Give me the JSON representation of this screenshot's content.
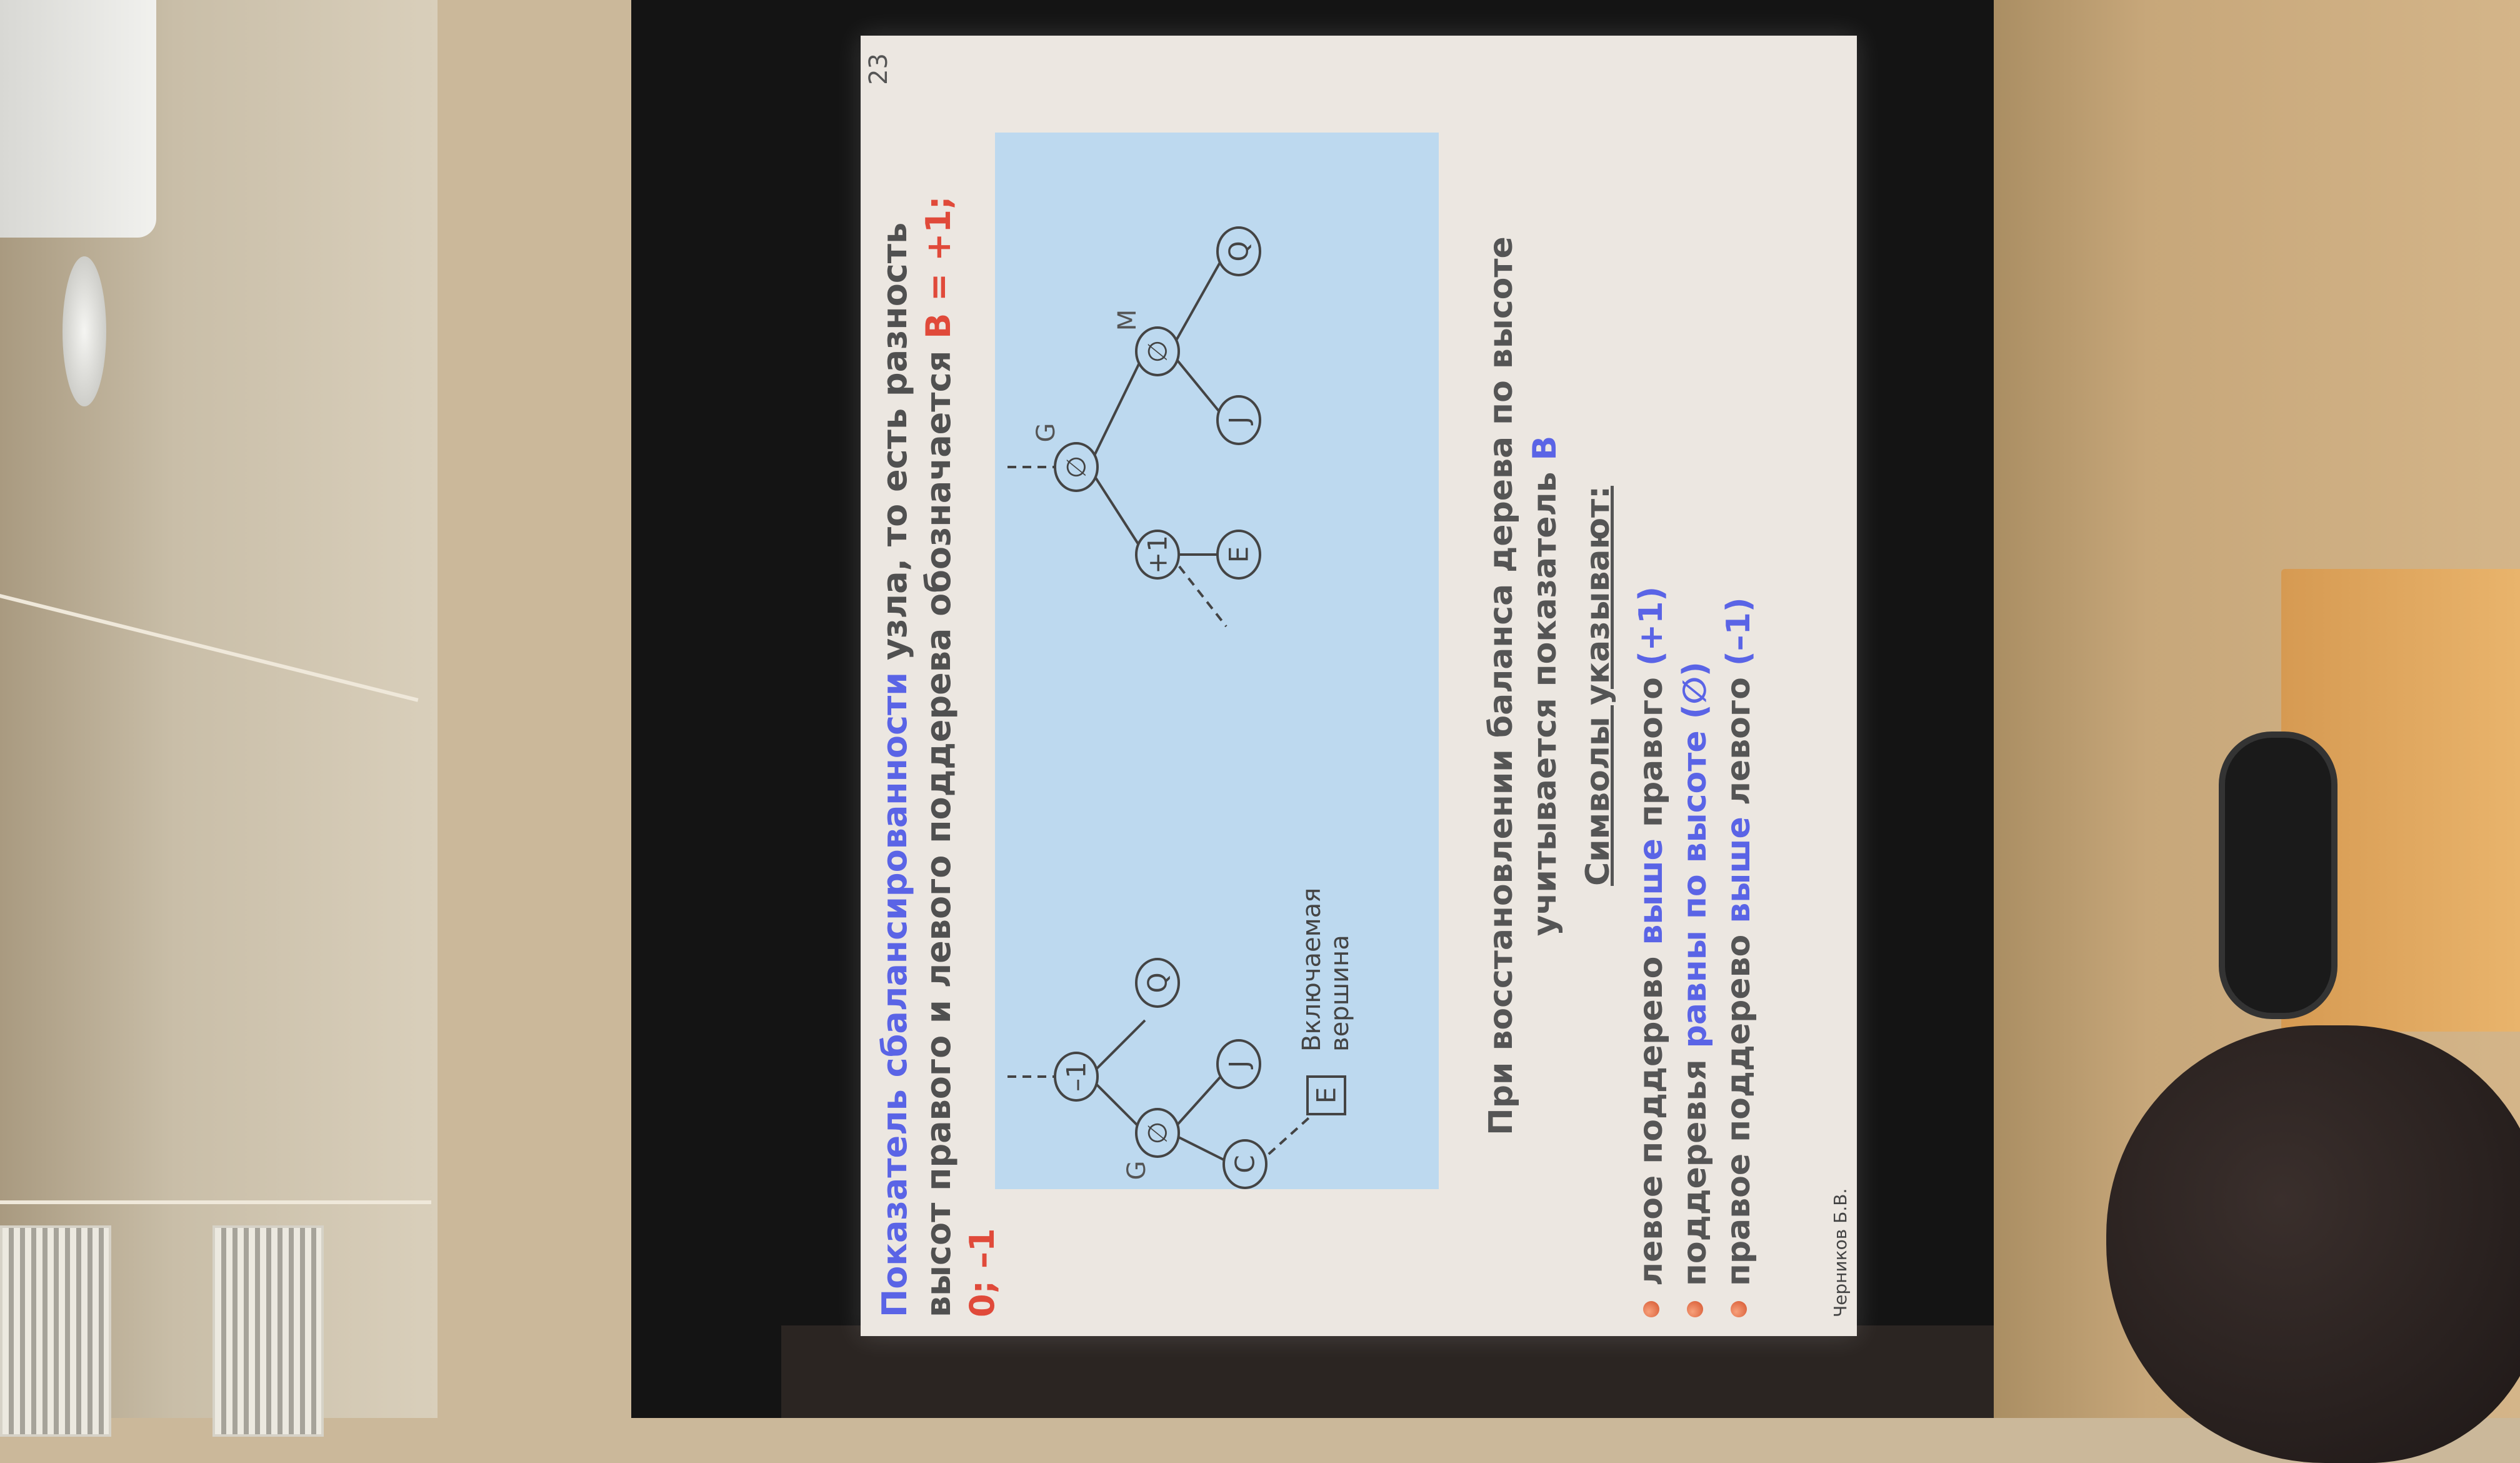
{
  "slide": {
    "title_part1": "Показатель сбалансированности",
    "title_part2": " узла, то есть разность высот правого и левого поддерева обозначается ",
    "title_formula": "B = +1; 0; –1",
    "page_number": "23",
    "diagram": {
      "left_tree": {
        "root": "–1",
        "root_name": "G",
        "left": "∅",
        "left_left": "C",
        "left_right": "J",
        "right": "Q",
        "inserted": "E",
        "caption_line1": "Включаемая",
        "caption_line2": "вершина"
      },
      "right_tree": {
        "root": "∅",
        "root_name": "G",
        "left": "+1",
        "left_child": "E",
        "right": "∅",
        "right_name": "M",
        "right_left": "J",
        "right_right": "Q"
      }
    },
    "balance_note_line1": "При восстановлении баланса дерева по высоте",
    "balance_note_line2_part1": "учитывается показатель ",
    "balance_note_line2_part2": "B",
    "symbols_heading": "Символы указывают:",
    "bullets": [
      {
        "prefix": "левое поддерево ",
        "highlight": "выше",
        "suffix": " правого ",
        "code": "(+1)"
      },
      {
        "prefix": "поддеревья ",
        "highlight": "равны по высоте",
        "suffix": " ",
        "code": "(∅)"
      },
      {
        "prefix": "правое поддерево ",
        "highlight": "выше",
        "suffix": " левого ",
        "code": "(–1)"
      }
    ],
    "author": "Черников Б.В."
  }
}
